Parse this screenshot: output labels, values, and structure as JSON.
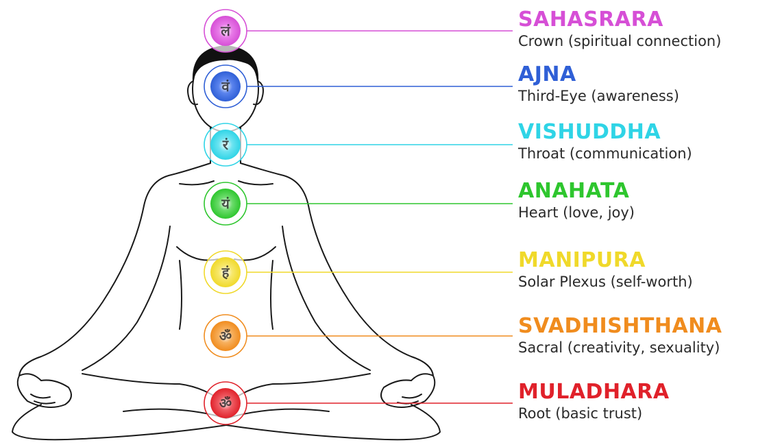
{
  "chakras": [
    {
      "name": "SAHASRARA",
      "description": "Crown (spiritual connection)",
      "glyph": "लं",
      "color": "#d64fd6"
    },
    {
      "name": "AJNA",
      "description": "Third-Eye (awareness)",
      "glyph": "वं",
      "color": "#2f5fd6"
    },
    {
      "name": "VISHUDDHA",
      "description": "Throat (communication)",
      "glyph": "रं",
      "color": "#2fd4e6"
    },
    {
      "name": "ANAHATA",
      "description": "Heart (love, joy)",
      "glyph": "यं",
      "color": "#2ec62e"
    },
    {
      "name": "MANIPURA",
      "description": "Solar Plexus (self-worth)",
      "glyph": "हं",
      "color": "#f0d92a"
    },
    {
      "name": "SVADHISHTHANA",
      "description": "Sacral (creativity, sexuality)",
      "glyph": "ॐ",
      "color": "#f08c1e"
    },
    {
      "name": "MULADHARA",
      "description": "Root (basic trust)",
      "glyph": "ॐ",
      "color": "#e0212a"
    }
  ]
}
